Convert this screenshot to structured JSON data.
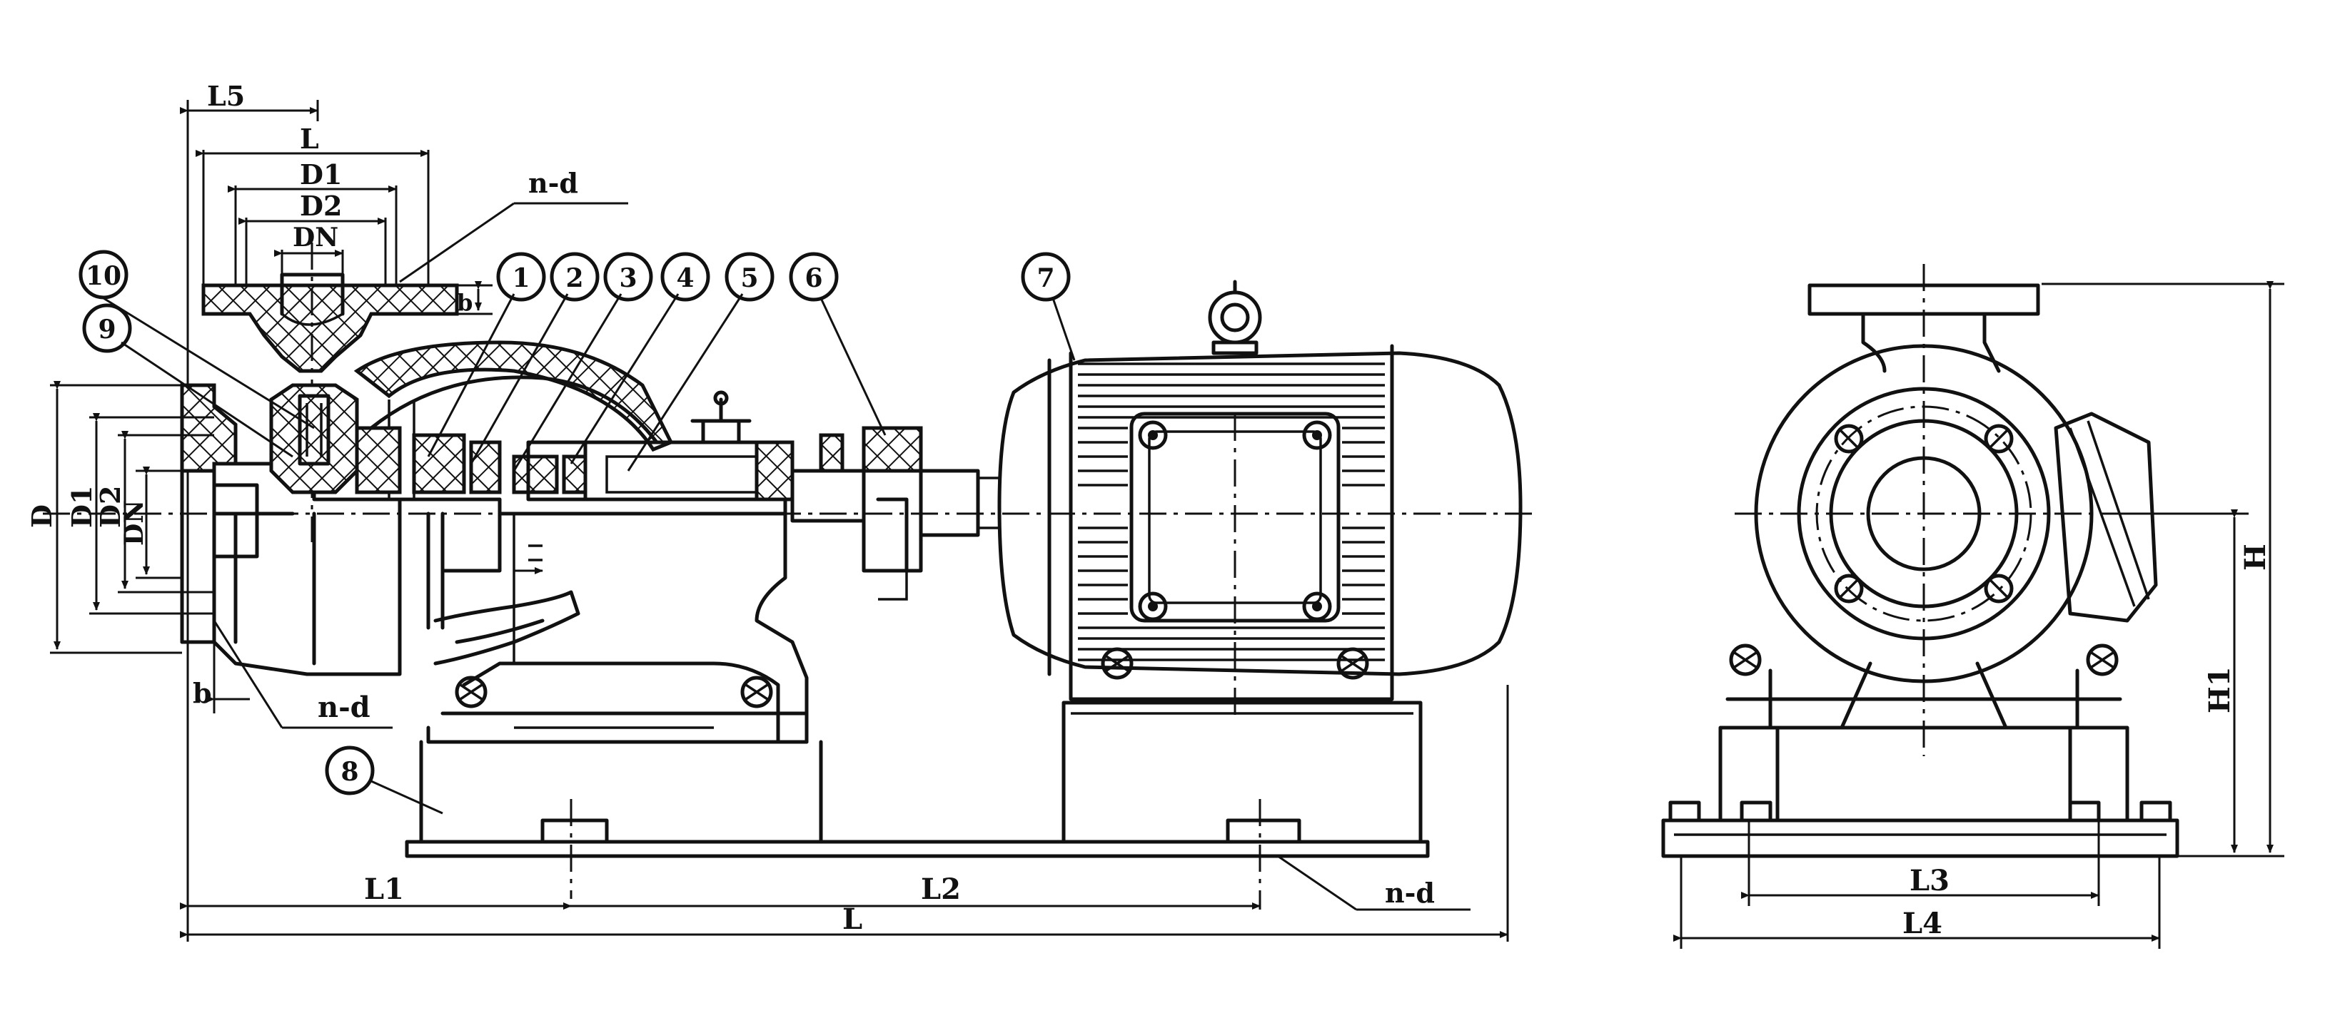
{
  "side_view_labels": {
    "l5": "L5",
    "l": "L",
    "d1_top": "D1",
    "d2_top": "D2",
    "dn_top": "DN",
    "nd_top": "n-d",
    "b_top": "b",
    "d_left": "D",
    "d1_left": "D1",
    "d2_left": "D2",
    "dn_left": "DN",
    "b_left": "b",
    "nd_left": "n-d",
    "l1": "L1",
    "l2": "L2",
    "nd_base": "n-d",
    "l_total": "L"
  },
  "end_view_labels": {
    "l3": "L3",
    "l4": "L4",
    "h": "H",
    "h1": "H1"
  },
  "balloons": [
    "10",
    "9",
    "1",
    "2",
    "3",
    "4",
    "5",
    "6",
    "7",
    "8"
  ]
}
